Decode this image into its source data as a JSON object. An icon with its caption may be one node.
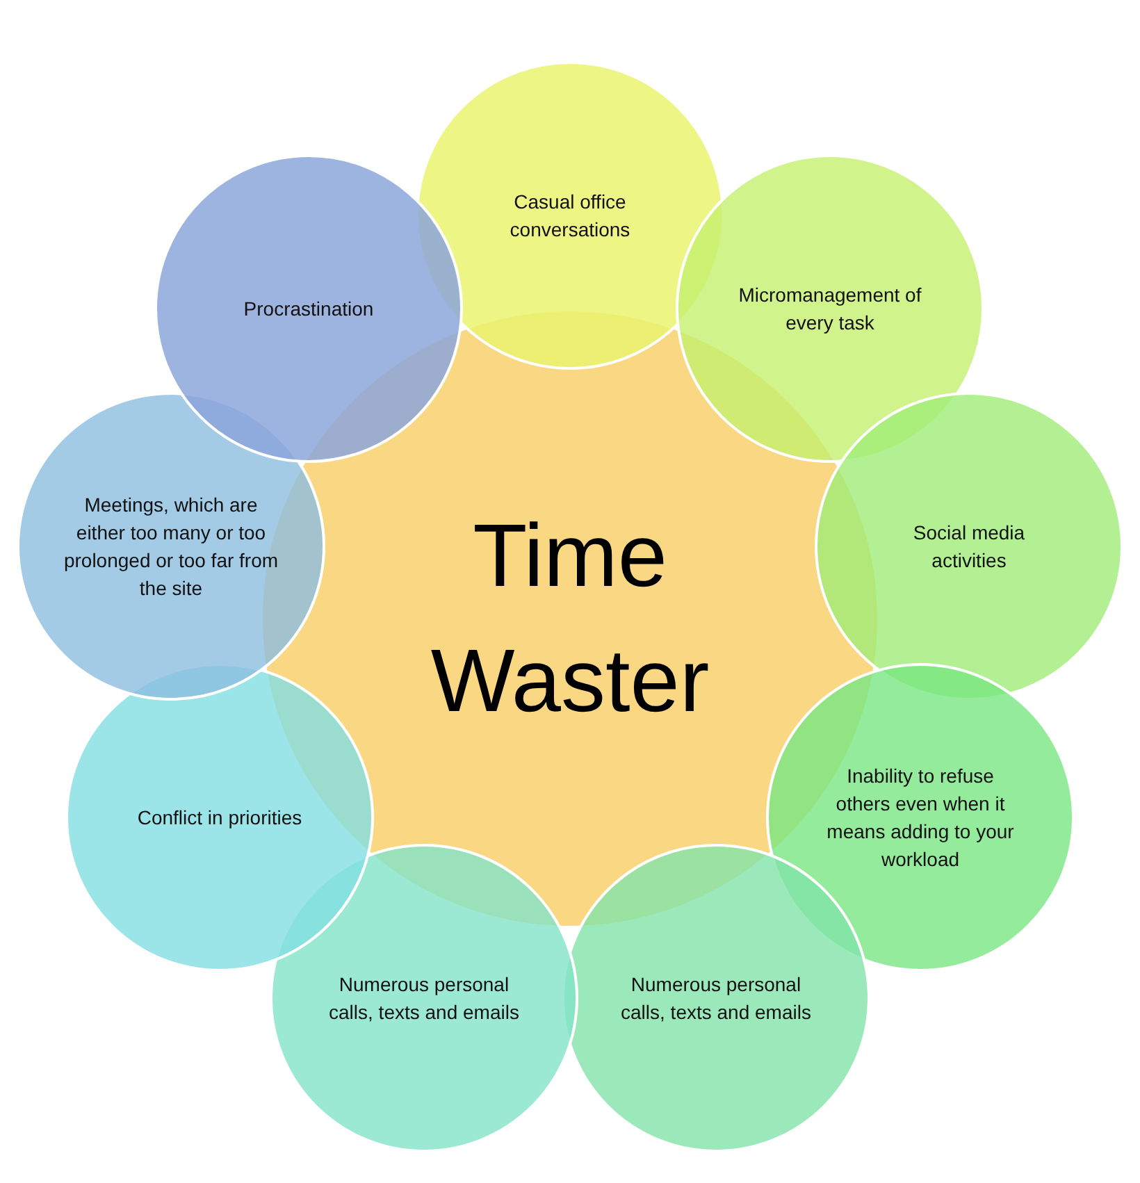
{
  "diagram": {
    "nodes": [
      {
        "text": [
          "Time Waster"
        ]
      },
      {
        "text": [
          "Casual office conversations"
        ]
      },
      {
        "text": [
          "Micromanagement of every task"
        ]
      },
      {
        "text": [
          "Social media activities"
        ]
      },
      {
        "text": [
          "Inability to refuse others even when it means adding to your workload"
        ]
      },
      {
        "text": [
          "Numerous personal calls, texts and emails"
        ]
      },
      {
        "text": [
          "Numerous personal calls, texts and emails"
        ]
      },
      {
        "text": [
          "Conflict in priorities"
        ]
      },
      {
        "text": [
          "Meetings, which are either too many or too prolonged or too far from the site"
        ]
      },
      {
        "text": [
          "Procrastination"
        ]
      }
    ]
  }
}
